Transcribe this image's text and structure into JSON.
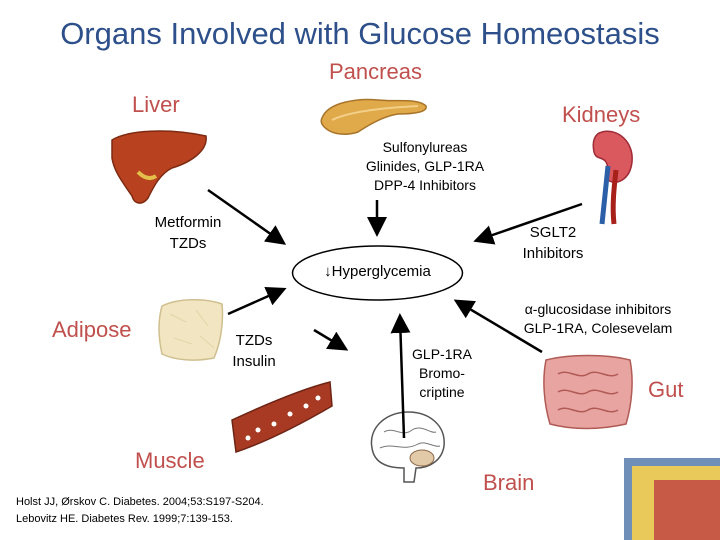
{
  "title": "Organs Involved with Glucose Homeostasis",
  "organs": {
    "pancreas": "Pancreas",
    "liver": "Liver",
    "kidneys": "Kidneys",
    "adipose": "Adipose",
    "muscle": "Muscle",
    "gut": "Gut",
    "brain": "Brain"
  },
  "center": {
    "label": "↓Hyperglycemia"
  },
  "drugs": {
    "pancreas": [
      "Sulfonylureas",
      "Glinides, GLP-1RA",
      "DPP-4 Inhibitors"
    ],
    "liver": [
      "Metformin",
      "TZDs"
    ],
    "kidneys": [
      "SGLT2",
      "Inhibitors"
    ],
    "adipose_muscle": [
      "TZDs",
      "Insulin"
    ],
    "gut": [
      "α-glucosidase inhibitors",
      "GLP-1RA, Colesevelam"
    ],
    "brain": [
      "GLP-1RA",
      "Bromo-",
      "criptine"
    ]
  },
  "references": {
    "line1": "Holst JJ, Ørskov C. Diabetes. 2004;53:S197-S204.",
    "line2": "Lebovitz HE. Diabetes Rev. 1999;7:139-153."
  },
  "colors": {
    "title": "#2d4f8a",
    "organ_label": "#c0504d",
    "arrow": "#000000"
  }
}
